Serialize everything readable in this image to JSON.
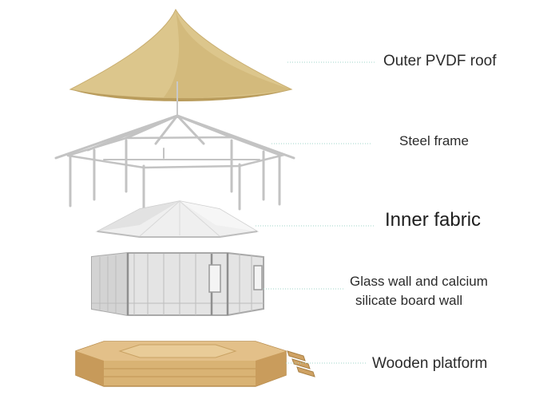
{
  "components": [
    {
      "id": "roof",
      "label": "Outer PVDF roof"
    },
    {
      "id": "frame",
      "label": "Steel frame"
    },
    {
      "id": "fabric",
      "label": "Inner fabric"
    },
    {
      "id": "wall",
      "label_line1": "Glass wall and calcium",
      "label_line2": "silicate board wall"
    },
    {
      "id": "platform",
      "label": "Wooden platform"
    }
  ],
  "colors": {
    "roof": "#d9c38a",
    "roof_shade": "#c8ad6c",
    "steel": "#c9c9c9",
    "fabric": "#eeeeee",
    "wall_frame": "#b8b8b8",
    "wood": "#d8b070",
    "wood_dark": "#b98d4e",
    "leader": "#9fd4c8"
  }
}
